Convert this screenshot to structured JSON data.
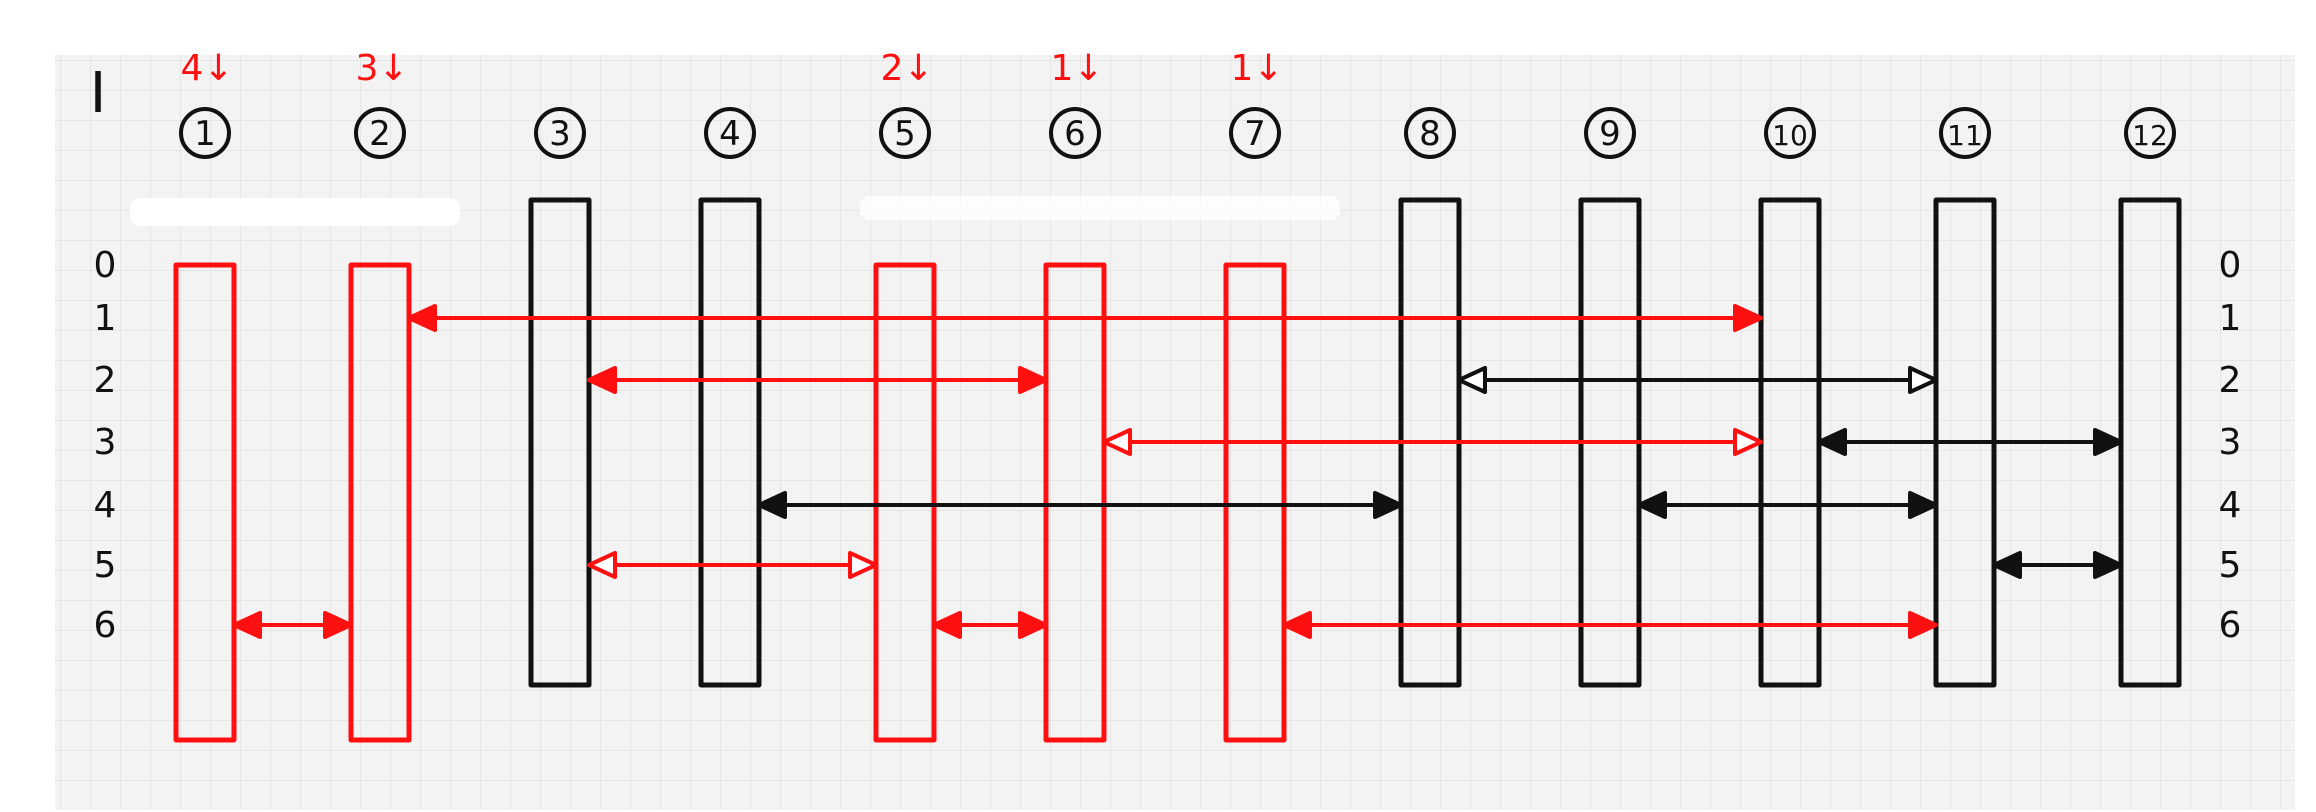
{
  "diagram": {
    "section_label": "I",
    "colors": {
      "paper": "#f3f3f3",
      "grid": "#d9d9d9",
      "red": "#ff1010",
      "black": "#111111"
    },
    "columns": [
      {
        "id": 1,
        "label": "1",
        "color": "red",
        "marker": "4↓"
      },
      {
        "id": 2,
        "label": "2",
        "color": "red",
        "marker": "3↓"
      },
      {
        "id": 3,
        "label": "3",
        "color": "black",
        "marker": ""
      },
      {
        "id": 4,
        "label": "4",
        "color": "black",
        "marker": ""
      },
      {
        "id": 5,
        "label": "5",
        "color": "red",
        "marker": "2↓"
      },
      {
        "id": 6,
        "label": "6",
        "color": "red",
        "marker": "1↓"
      },
      {
        "id": 7,
        "label": "7",
        "color": "red",
        "marker": "1↓"
      },
      {
        "id": 8,
        "label": "8",
        "color": "black",
        "marker": ""
      },
      {
        "id": 9,
        "label": "9",
        "color": "black",
        "marker": ""
      },
      {
        "id": 10,
        "label": "10",
        "color": "black",
        "marker": ""
      },
      {
        "id": 11,
        "label": "11",
        "color": "black",
        "marker": ""
      },
      {
        "id": 12,
        "label": "12",
        "color": "black",
        "marker": ""
      }
    ],
    "row_labels": [
      "0",
      "1",
      "2",
      "3",
      "4",
      "5",
      "6"
    ],
    "connections": [
      {
        "from": 2,
        "to": 10,
        "row": 1,
        "color": "red",
        "head": "solid"
      },
      {
        "from": 3,
        "to": 6,
        "row": 2,
        "color": "red",
        "head": "solid"
      },
      {
        "from": 8,
        "to": 11,
        "row": 2,
        "color": "black",
        "head": "open"
      },
      {
        "from": 6,
        "to": 10,
        "row": 3,
        "color": "red",
        "head": "open"
      },
      {
        "from": 10,
        "to": 12,
        "row": 3,
        "color": "black",
        "head": "solid"
      },
      {
        "from": 4,
        "to": 8,
        "row": 4,
        "color": "black",
        "head": "solid"
      },
      {
        "from": 9,
        "to": 11,
        "row": 4,
        "color": "black",
        "head": "solid"
      },
      {
        "from": 3,
        "to": 5,
        "row": 5,
        "color": "red",
        "head": "open"
      },
      {
        "from": 11,
        "to": 12,
        "row": 5,
        "color": "black",
        "head": "solid"
      },
      {
        "from": 1,
        "to": 2,
        "row": 6,
        "color": "red",
        "head": "solid"
      },
      {
        "from": 5,
        "to": 6,
        "row": 6,
        "color": "red",
        "head": "solid"
      },
      {
        "from": 7,
        "to": 11,
        "row": 6,
        "color": "red",
        "head": "solid"
      }
    ]
  }
}
